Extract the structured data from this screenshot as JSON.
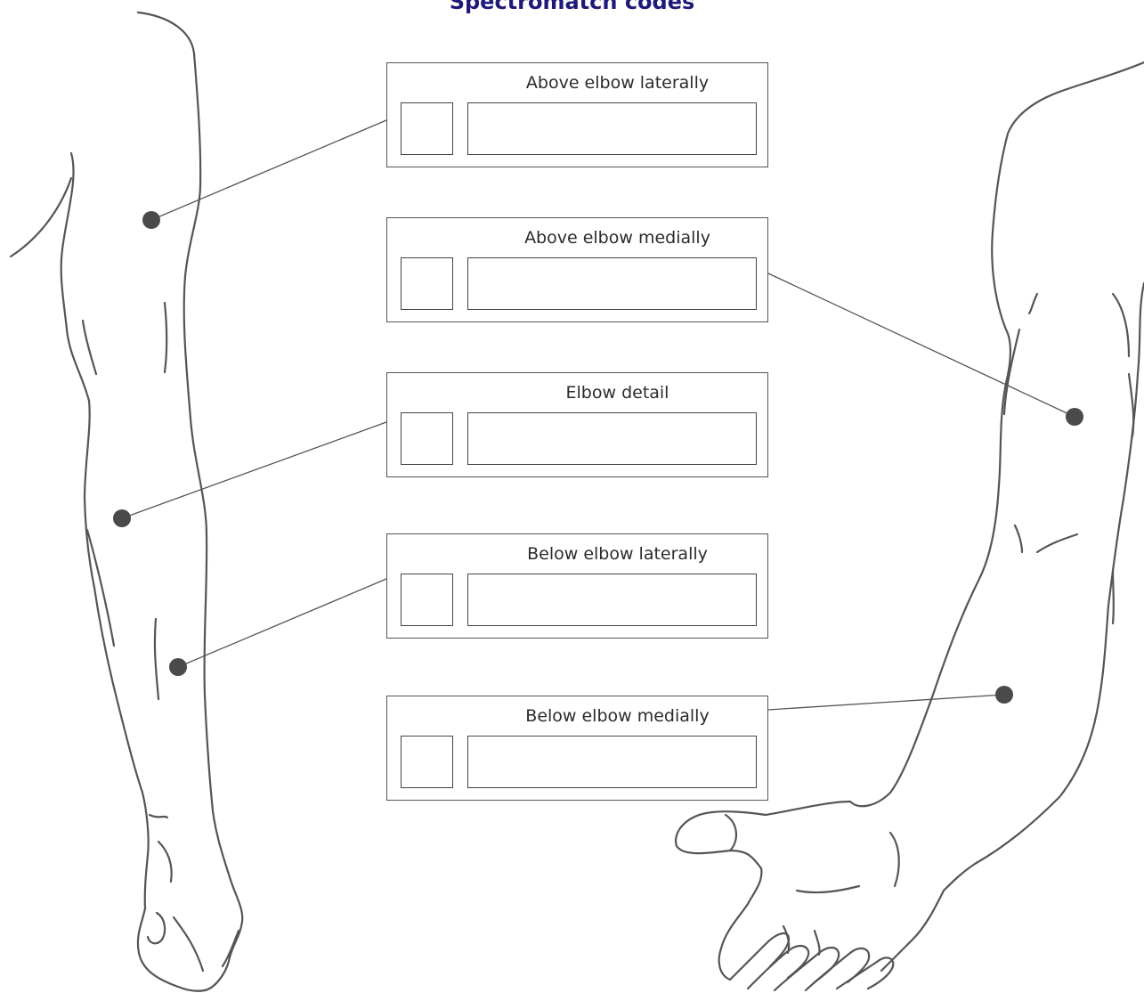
{
  "title": "Spectromatch codes",
  "panels": [
    {
      "label": "Above elbow laterally"
    },
    {
      "label": "Above elbow medially"
    },
    {
      "label": "Elbow detail"
    },
    {
      "label": "Below elbow laterally"
    },
    {
      "label": "Below elbow medially"
    }
  ],
  "colors": {
    "title": "#1f1a7a",
    "line": "#555555",
    "dot": "#4a4a4a"
  }
}
